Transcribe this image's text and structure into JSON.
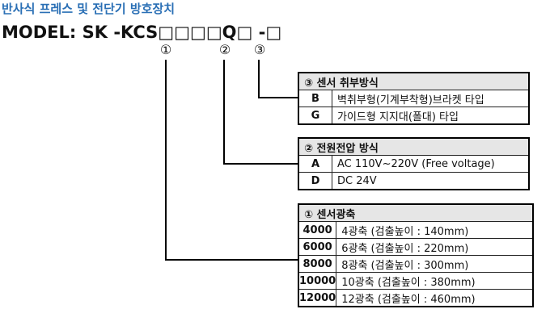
{
  "title": "반사식 프레스 및 전단기 방호장치",
  "model_code": "MODEL: SK -KCS□□□□Q□ -□",
  "markers": {
    "m1": "①",
    "m2": "②",
    "m3": "③"
  },
  "tables": {
    "mount": {
      "header": "③ 센서 취부방식",
      "rows": [
        {
          "code": "B",
          "desc": "벽취부형(기계부착형)브라켓 타입"
        },
        {
          "code": "G",
          "desc": "가이드형 지지대(폴대) 타입"
        }
      ]
    },
    "power": {
      "header": "② 전원전압 방식",
      "rows": [
        {
          "code": "A",
          "desc": "AC 110V~220V (Free voltage)"
        },
        {
          "code": "D",
          "desc": "DC 24V"
        }
      ]
    },
    "axis": {
      "header": "① 센서광축",
      "rows": [
        {
          "code": "4000",
          "desc": "4광축 (검출높이 : 140mm)"
        },
        {
          "code": "6000",
          "desc": "6광축 (검출높이 : 220mm)"
        },
        {
          "code": "8000",
          "desc": "8광축 (검출높이 : 300mm)"
        },
        {
          "code": "10000",
          "desc": "10광축 (검출높이 : 380mm)"
        },
        {
          "code": "12000",
          "desc": "12광축 (검출높이 : 460mm)"
        }
      ]
    }
  }
}
